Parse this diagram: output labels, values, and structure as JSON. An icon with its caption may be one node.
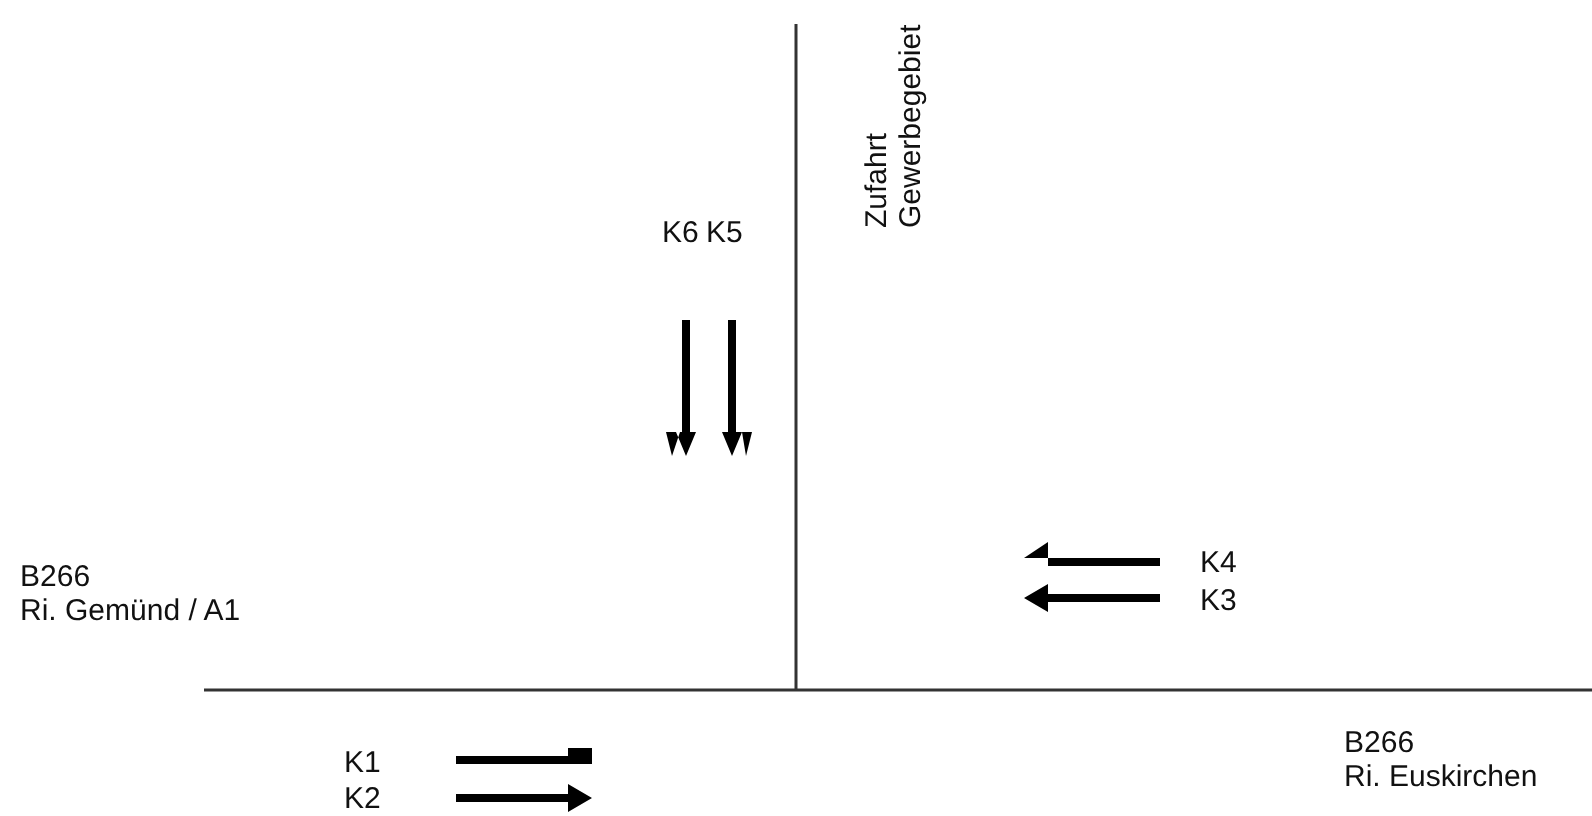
{
  "diagram": {
    "labels": [
      "Zufahrt Gewerbegebiet",
      "K6",
      "K5",
      "B266 Ri. Gemünd / A1",
      "K4",
      "K3",
      "B266 Ri. Euskirchen",
      "K1",
      "K2"
    ]
  }
}
